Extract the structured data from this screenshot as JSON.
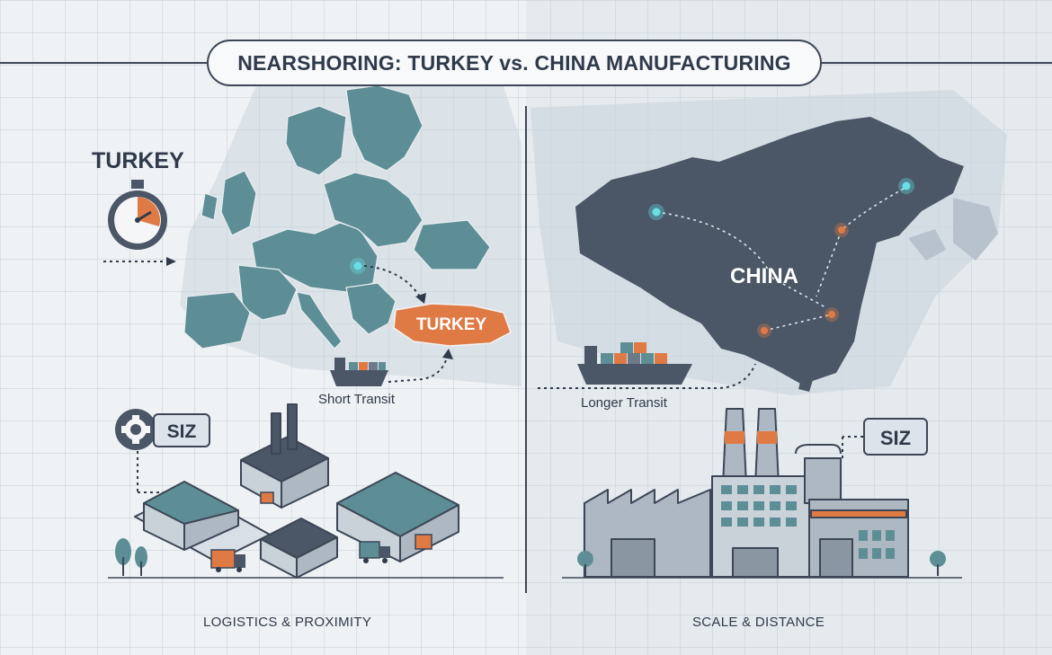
{
  "title": "NEARSHORING: TURKEY vs. CHINA MANUFACTURING",
  "left": {
    "heading": "TURKEY",
    "map_label": "TURKEY",
    "transit_label": "Short Transit",
    "zone_label": "SIZ",
    "footer": "LOGISTICS & PROXIMITY"
  },
  "right": {
    "map_label": "CHINA",
    "transit_label": "Longer Transit",
    "zone_label": "SIZ",
    "footer": "SCALE & DISTANCE"
  },
  "icons": [
    "stopwatch-icon",
    "arrow-right-icon",
    "gear-icon",
    "cargo-ship-icon",
    "factory-icon",
    "truck-icon",
    "tree-icon"
  ],
  "colors": {
    "europe": "#5e8e95",
    "turkey": "#e07a45",
    "china": "#4b5666",
    "outline": "#3c4656",
    "glow": "#67e0e5"
  }
}
